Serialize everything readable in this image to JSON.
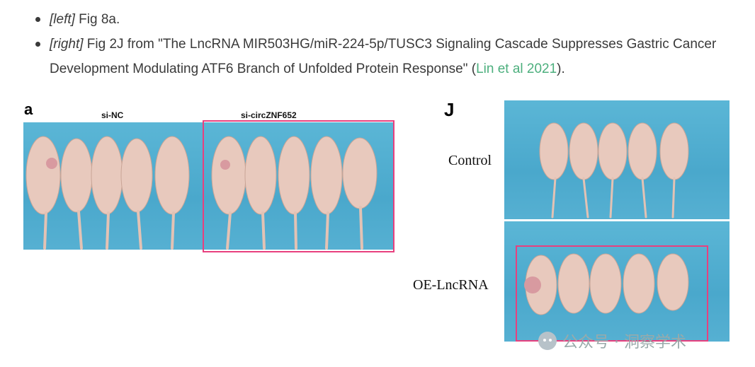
{
  "notes": [
    {
      "tag": "[left]",
      "text": " Fig 8a."
    },
    {
      "tag": "[right]",
      "text": " Fig 2J from \"The LncRNA MIR503HG/miR-224-5p/TUSC3 Signaling Cascade Suppresses Gastric Cancer Development Modulating ATF6 Branch of Unfolded Protein Response\" (",
      "link": "Lin et al 2021",
      "after": ")."
    }
  ],
  "left_figure": {
    "panel": "a",
    "group1": "si-NC",
    "group2": "si-circZNF652"
  },
  "right_figure": {
    "panel": "J",
    "row1": "Control",
    "row2": "OE-LncRNA"
  },
  "watermark": "公众号 · 洞察学术",
  "colors": {
    "highlight": "#e8407e",
    "link": "#4caf7d",
    "background_blue": "#55b0d3"
  }
}
